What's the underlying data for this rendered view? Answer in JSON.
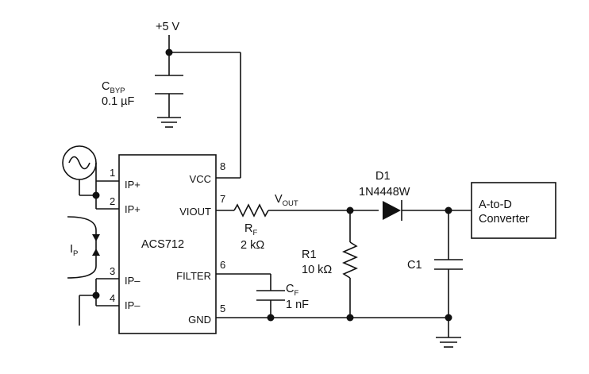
{
  "supply": {
    "label": "+5 V"
  },
  "cbyp": {
    "name": "C",
    "sub": "BYP",
    "value": "0.1 µF"
  },
  "ic": {
    "name": "ACS712",
    "left_pins": [
      {
        "num": "1",
        "label": "IP+"
      },
      {
        "num": "2",
        "label": "IP+"
      },
      {
        "num": "3",
        "label": "IP–"
      },
      {
        "num": "4",
        "label": "IP–"
      }
    ],
    "right_pins": [
      {
        "num": "8",
        "label": "VCC"
      },
      {
        "num": "7",
        "label": "VIOUT"
      },
      {
        "num": "6",
        "label": "FILTER"
      },
      {
        "num": "5",
        "label": "GND"
      }
    ]
  },
  "current": {
    "name": "I",
    "sub": "P"
  },
  "rf": {
    "name": "R",
    "sub": "F",
    "value": "2 kΩ"
  },
  "vout": {
    "name": "V",
    "sub": "OUT"
  },
  "cf": {
    "name": "C",
    "sub": "F",
    "value": "1 nF"
  },
  "r1": {
    "name": "R1",
    "value": "10 kΩ"
  },
  "d1": {
    "name": "D1",
    "part": "1N4448W"
  },
  "c1": {
    "name": "C1"
  },
  "adc": {
    "line1": "A-to-D",
    "line2": "Converter"
  },
  "icons": [
    "ac-source-icon",
    "ground-icon",
    "resistor-icon",
    "capacitor-icon",
    "diode-icon",
    "current-arrow-icon"
  ]
}
